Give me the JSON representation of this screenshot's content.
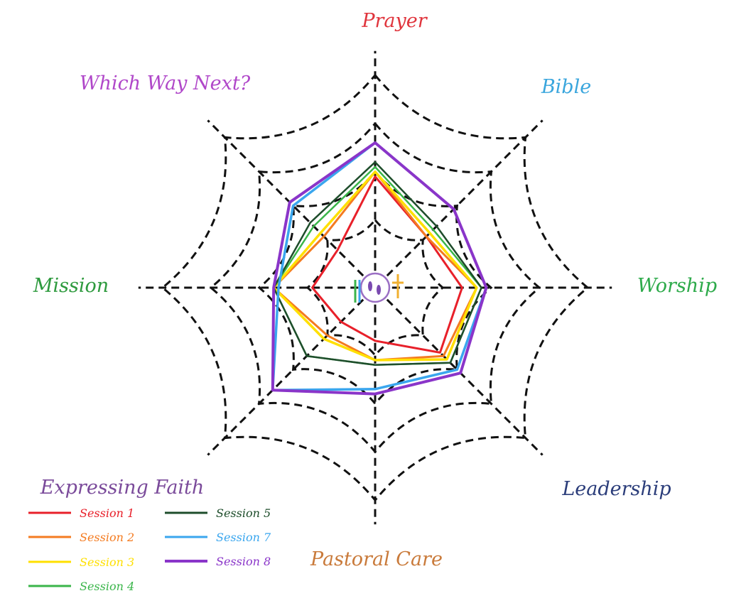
{
  "chart_data": {
    "type": "radar",
    "title": "",
    "axes": [
      {
        "name": "Prayer",
        "color": "#e0343c"
      },
      {
        "name": "Bible",
        "color": "#3aa6dd"
      },
      {
        "name": "Worship",
        "color": "#2daa4a"
      },
      {
        "name": "Leadership",
        "color": "#2b3d7a"
      },
      {
        "name": "Pastoral Care",
        "color": "#c97a3a"
      },
      {
        "name": "Expressing Faith",
        "color": "#7a4a9a"
      },
      {
        "name": "Mission",
        "color": "#2e9a3e"
      },
      {
        "name": "Which Way Next?",
        "color": "#b047c9"
      }
    ],
    "scale": {
      "min": 0,
      "max": 5,
      "rings": 5
    },
    "series": [
      {
        "name": "Session 1",
        "color": "#e8202a",
        "values": [
          2.3,
          1.5,
          1.8,
          1.9,
          1.1,
          1.0,
          1.3,
          1.1
        ]
      },
      {
        "name": "Session 2",
        "color": "#f47b20",
        "values": [
          2.4,
          1.5,
          2.1,
          2.0,
          1.5,
          1.4,
          2.1,
          1.5
        ]
      },
      {
        "name": "Session 3",
        "color": "#ffe000",
        "values": [
          2.4,
          1.6,
          2.1,
          2.1,
          1.5,
          1.5,
          2.1,
          1.6
        ]
      },
      {
        "name": "Session 4",
        "color": "#3ab54a",
        "values": [
          2.5,
          1.7,
          2.2,
          2.2,
          1.6,
          2.0,
          2.1,
          1.8
        ]
      },
      {
        "name": "Session 5",
        "color": "#1e4d2b",
        "values": [
          2.6,
          1.8,
          2.2,
          2.2,
          1.6,
          2.0,
          2.1,
          1.9
        ]
      },
      {
        "name": "Session 7",
        "color": "#3aa6ee",
        "values": [
          3.0,
          2.3,
          2.3,
          2.4,
          2.1,
          3.0,
          2.0,
          2.4
        ]
      },
      {
        "name": "Session 8",
        "color": "#8a35c9",
        "values": [
          3.0,
          2.3,
          2.3,
          2.5,
          2.2,
          3.0,
          2.1,
          2.5
        ]
      }
    ],
    "legend": {
      "position": "bottom-left"
    }
  }
}
